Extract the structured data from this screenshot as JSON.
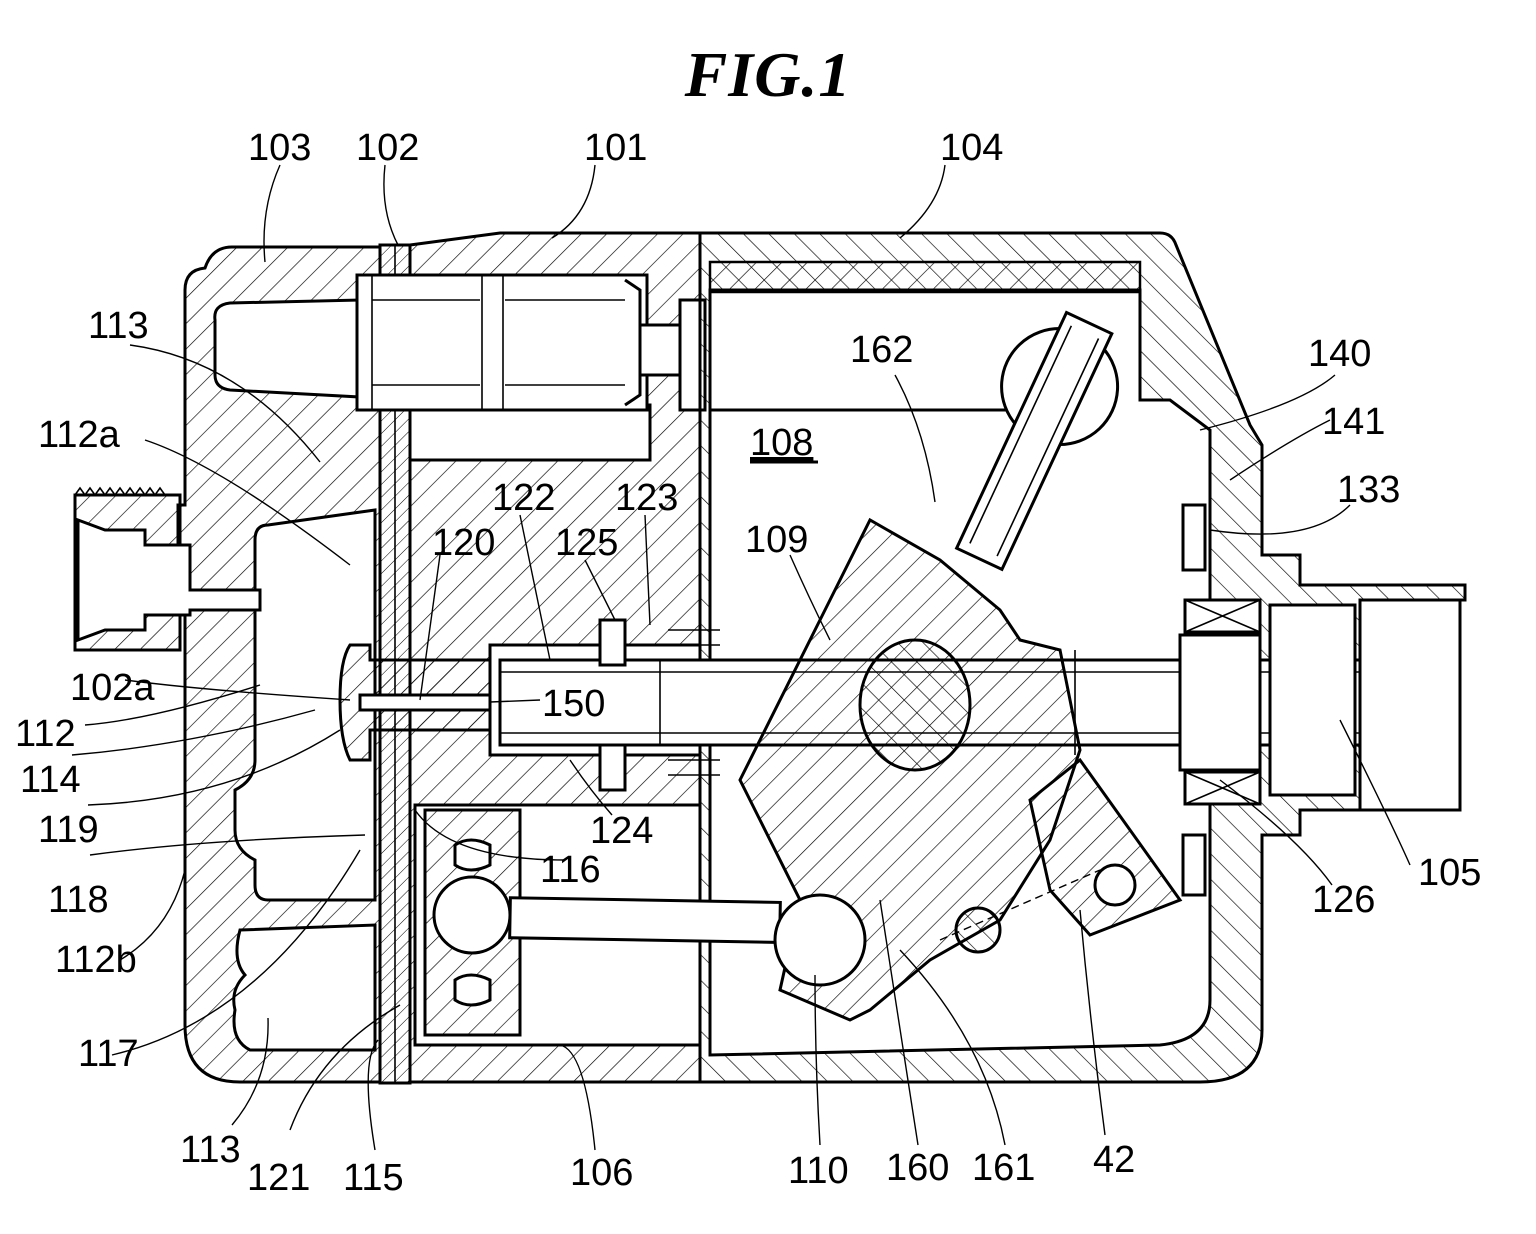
{
  "figure": {
    "title": "FIG.1",
    "type": "patent cross-section drawing (variable displacement compressor)"
  },
  "reference_labels": [
    {
      "id": "103",
      "text": "103"
    },
    {
      "id": "102",
      "text": "102"
    },
    {
      "id": "101",
      "text": "101"
    },
    {
      "id": "104",
      "text": "104"
    },
    {
      "id": "113-top",
      "text": "113"
    },
    {
      "id": "162",
      "text": "162"
    },
    {
      "id": "140",
      "text": "140"
    },
    {
      "id": "141",
      "text": "141"
    },
    {
      "id": "112a",
      "text": "112a"
    },
    {
      "id": "108",
      "text": "108",
      "underlined": true
    },
    {
      "id": "133",
      "text": "133"
    },
    {
      "id": "122",
      "text": "122"
    },
    {
      "id": "123",
      "text": "123"
    },
    {
      "id": "120",
      "text": "120"
    },
    {
      "id": "125",
      "text": "125"
    },
    {
      "id": "109",
      "text": "109"
    },
    {
      "id": "102a",
      "text": "102a"
    },
    {
      "id": "150",
      "text": "150"
    },
    {
      "id": "112",
      "text": "112"
    },
    {
      "id": "114",
      "text": "114"
    },
    {
      "id": "119",
      "text": "119"
    },
    {
      "id": "124",
      "text": "124"
    },
    {
      "id": "116",
      "text": "116"
    },
    {
      "id": "118",
      "text": "118"
    },
    {
      "id": "105",
      "text": "105"
    },
    {
      "id": "126",
      "text": "126"
    },
    {
      "id": "112b",
      "text": "112b"
    },
    {
      "id": "117",
      "text": "117"
    },
    {
      "id": "113-bottom",
      "text": "113"
    },
    {
      "id": "121",
      "text": "121"
    },
    {
      "id": "115",
      "text": "115"
    },
    {
      "id": "106",
      "text": "106"
    },
    {
      "id": "110",
      "text": "110"
    },
    {
      "id": "160",
      "text": "160"
    },
    {
      "id": "161",
      "text": "161"
    },
    {
      "id": "42",
      "text": "42"
    }
  ]
}
